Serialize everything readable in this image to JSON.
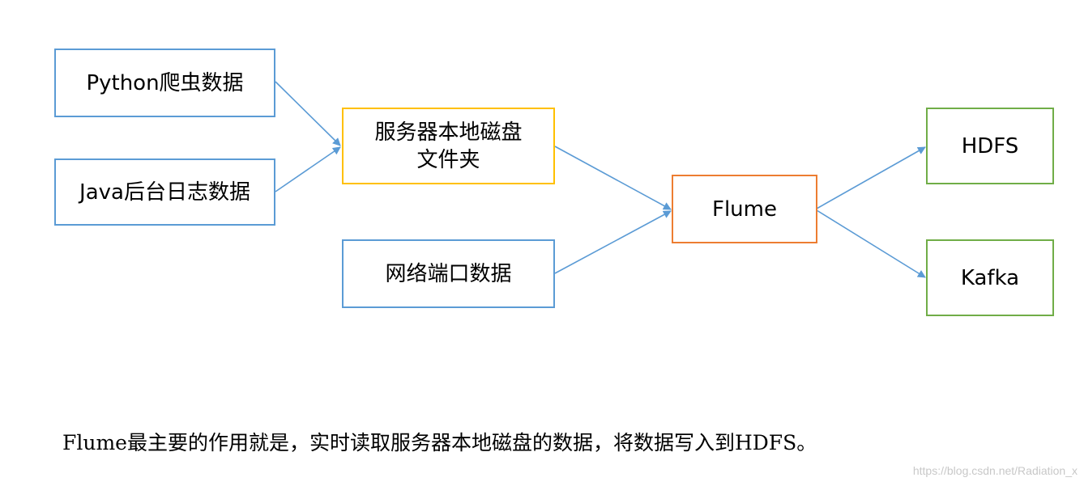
{
  "nodes": {
    "python_crawler": "Python爬虫数据",
    "java_logs": "Java后台日志数据",
    "local_disk": [
      "服务器本地磁盘",
      "文件夹"
    ],
    "network_port": "网络端口数据",
    "flume": "Flume",
    "hdfs": "HDFS",
    "kafka": "Kafka"
  },
  "caption": "Flume最主要的作用就是，实时读取服务器本地磁盘的数据，将数据写入到HDFS。",
  "watermark": "https://blog.csdn.net/Radiation_x",
  "colors": {
    "source_border": "#5b9bd5",
    "disk_border": "#ffc000",
    "flume_border": "#ed7d31",
    "sink_border": "#70ad47",
    "arrow": "#5b9bd5"
  }
}
